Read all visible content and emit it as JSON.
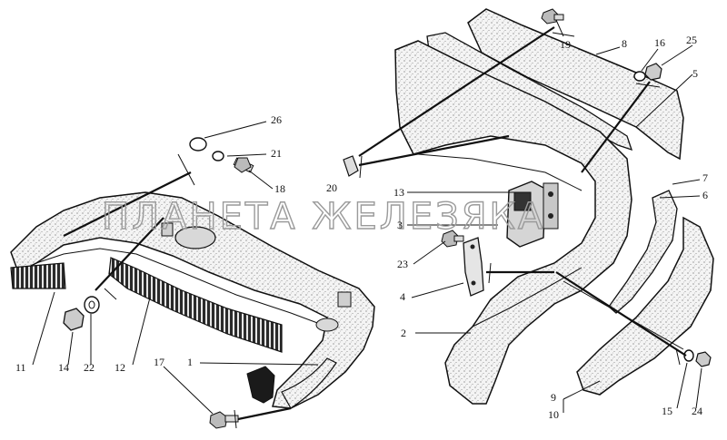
{
  "watermark": "ПЛАНЕТА ЖЕЛЕЗЯКА",
  "callouts": [
    {
      "id": "c1",
      "label": "1"
    },
    {
      "id": "c2",
      "label": "2"
    },
    {
      "id": "c3",
      "label": "3"
    },
    {
      "id": "c4",
      "label": "4"
    },
    {
      "id": "c5",
      "label": "5"
    },
    {
      "id": "c6",
      "label": "6"
    },
    {
      "id": "c7",
      "label": "7"
    },
    {
      "id": "c8",
      "label": "8"
    },
    {
      "id": "c9",
      "label": "9"
    },
    {
      "id": "c10",
      "label": "10"
    },
    {
      "id": "c11",
      "label": "11"
    },
    {
      "id": "c12",
      "label": "12"
    },
    {
      "id": "c13",
      "label": "13"
    },
    {
      "id": "c14",
      "label": "14"
    },
    {
      "id": "c15",
      "label": "15"
    },
    {
      "id": "c16",
      "label": "16"
    },
    {
      "id": "c17",
      "label": "17"
    },
    {
      "id": "c18",
      "label": "18"
    },
    {
      "id": "c19",
      "label": "19"
    },
    {
      "id": "c20",
      "label": "20"
    },
    {
      "id": "c21",
      "label": "21"
    },
    {
      "id": "c22",
      "label": "22"
    },
    {
      "id": "c23",
      "label": "23"
    },
    {
      "id": "c24",
      "label": "24"
    },
    {
      "id": "c25",
      "label": "25"
    },
    {
      "id": "c26",
      "label": "26"
    }
  ]
}
